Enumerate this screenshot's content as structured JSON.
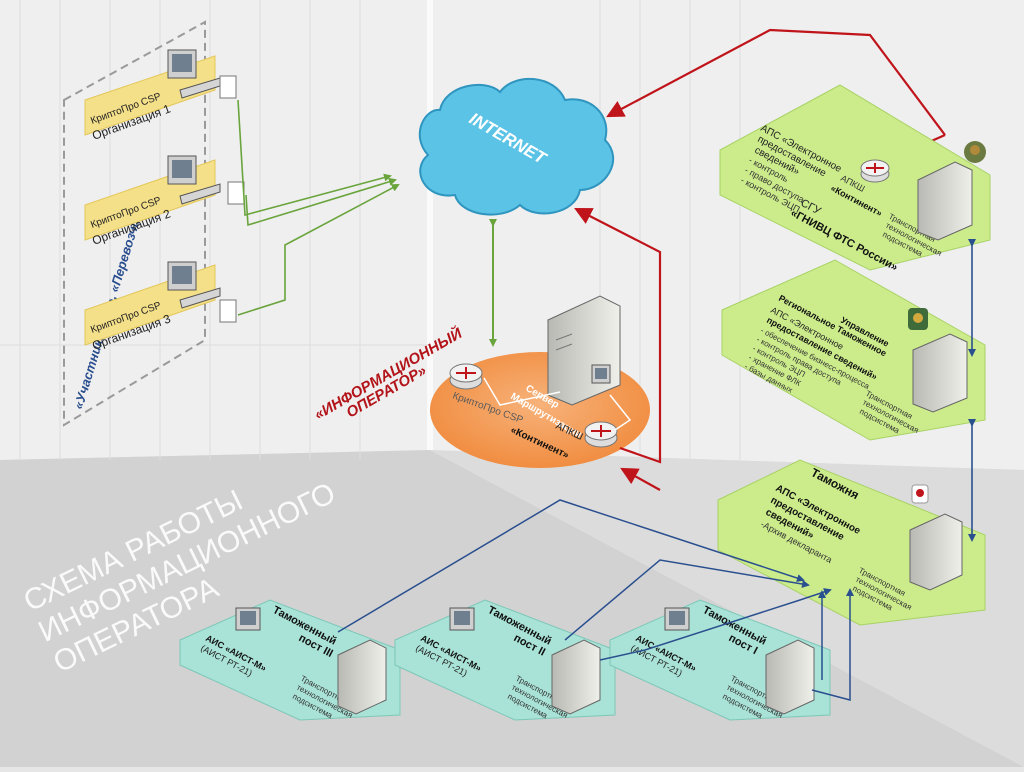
{
  "title": [
    "СХЕМА РАБОТЫ",
    "ИНФОРМАЦИОННОГО",
    "ОПЕРАТОРА"
  ],
  "participants_group": "«УчастникиВЭД», «Перевозчики»",
  "organizations": [
    {
      "csp": "КриптоПро CSP",
      "name": "Организация 1"
    },
    {
      "csp": "КриптоПро CSP",
      "name": "Организация 2"
    },
    {
      "csp": "КриптоПро CSP",
      "name": "Организация 3"
    }
  ],
  "internet": "INTERNET",
  "operator": {
    "title": [
      "«ИНФОРМАЦИОННЫЙ",
      "ОПЕРАТОР»"
    ],
    "server": [
      "Сервер",
      "Маршрутизации"
    ],
    "csp": "КриптоПро CSP",
    "apksh": [
      "АПКШ",
      "«Континент»"
    ]
  },
  "gnivc": {
    "ais": [
      "АПС «Электронное",
      "предоставление",
      "сведений»"
    ],
    "list": [
      "- контроль",
      "- право доступа",
      "- контроль ЭЦП"
    ],
    "apksh": [
      "АПКШ",
      "«Континент»"
    ],
    "sgu": "СГУ",
    "name": "«ГНИВЦ ФТС России»",
    "transport": [
      "Транспортная",
      "технологическая",
      "подсистема"
    ]
  },
  "rtu": {
    "name": [
      "Региональное Таможенное",
      "Управление"
    ],
    "ais": [
      "АПС «Электронное",
      "предоставление сведений»"
    ],
    "list": [
      "- обеспечение бизнесс-процесса",
      "- контроль права доступа",
      "- контроль ЭЦП",
      "- хранение ФЛК",
      "- базы данных"
    ],
    "transport": [
      "Транспортная",
      "технологическая",
      "подсистема"
    ]
  },
  "customs": {
    "name": "Таможня",
    "ais": [
      "АПС «Электронное",
      "предоставление",
      "сведений»"
    ],
    "list": [
      "-Архив декларанта"
    ],
    "transport": [
      "Транспортная",
      "технологическая",
      "подсистема"
    ]
  },
  "posts": [
    {
      "title": [
        "Таможенный",
        "пост III"
      ],
      "ais": "АИС «АИСТ-М»",
      "sub": "(АИСТ РТ-21)",
      "transport": [
        "Транспортная",
        "технологическая",
        "подсистема"
      ]
    },
    {
      "title": [
        "Таможенный",
        "пост II"
      ],
      "ais": "АИС «АИСТ-М»",
      "sub": "(АИСТ РТ-21)",
      "transport": [
        "Транспортная",
        "технологическая",
        "подсистема"
      ]
    },
    {
      "title": [
        "Таможенный",
        "пост I"
      ],
      "ais": "АИС «АИСТ-М»",
      "sub": "(АИСТ РТ-21)",
      "transport": [
        "Транспортная",
        "технологическая",
        "подсистема"
      ]
    }
  ],
  "colors": {
    "org_panel": "#f5e08a",
    "green_panel": "#ccec8c",
    "teal_panel": "#a9e2d6",
    "cloud": "#5bc3e6",
    "operator_disc": "#f39b55",
    "red_arrow": "#c0141b",
    "blue_arrow": "#2a4f8f",
    "green_line": "#6aa43c",
    "operator_text": "#b3141a"
  }
}
